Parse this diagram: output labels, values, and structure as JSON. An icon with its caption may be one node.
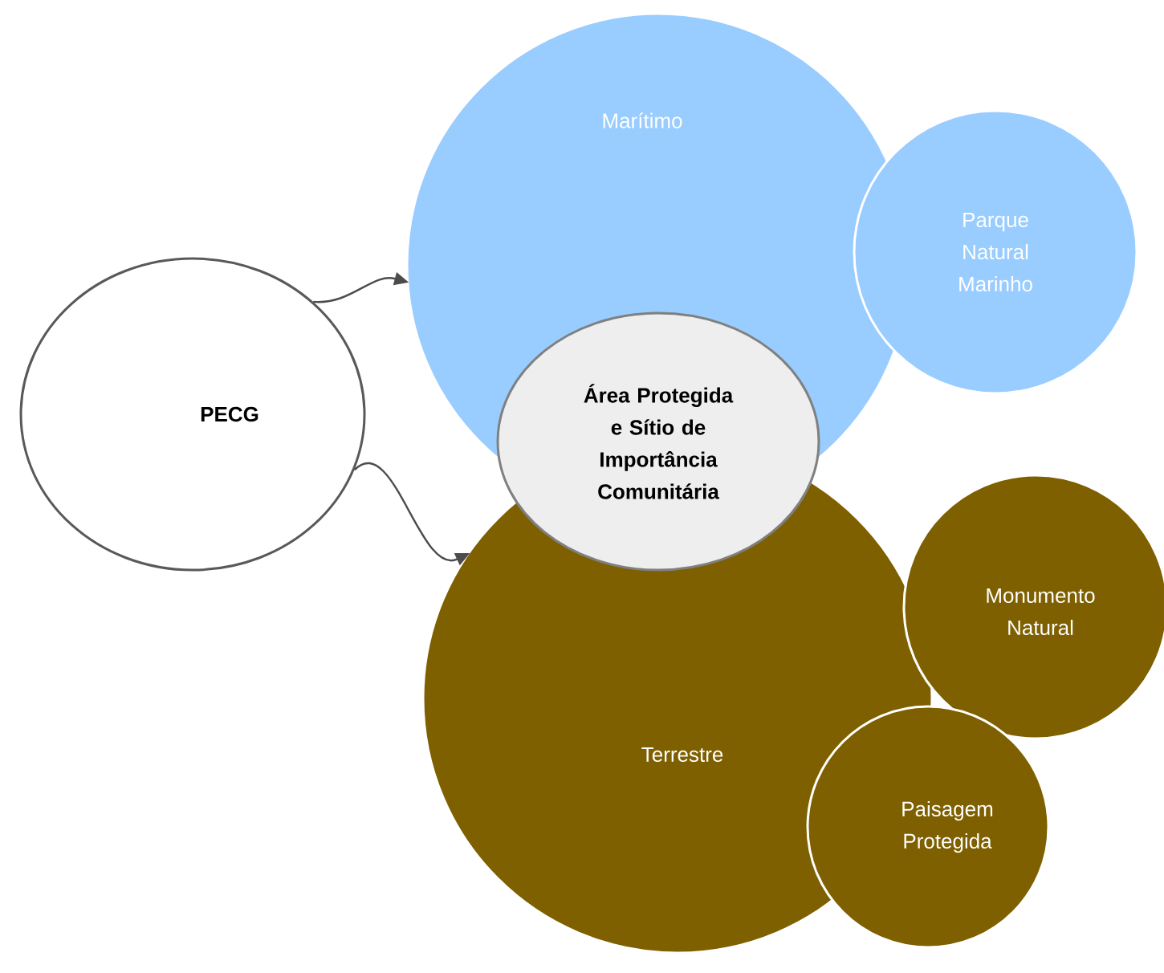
{
  "diagram": {
    "nodes": [
      {
        "text": [
          "PECG"
        ]
      },
      {
        "text": [
          "Marítimo"
        ]
      },
      {
        "text": [
          "Parque Natural Marinho"
        ]
      },
      {
        "text": [
          "Área Protegida e Sítio de Importância Comunitária"
        ]
      },
      {
        "text": [
          "Terrestre"
        ]
      },
      {
        "text": [
          "Monumento Natural"
        ]
      },
      {
        "text": [
          "Paisagem Protegida"
        ]
      }
    ],
    "edges": [
      {
        "from": 0,
        "to": 1,
        "arrow": "to"
      },
      {
        "from": 0,
        "to": 4,
        "arrow": "to"
      }
    ]
  }
}
